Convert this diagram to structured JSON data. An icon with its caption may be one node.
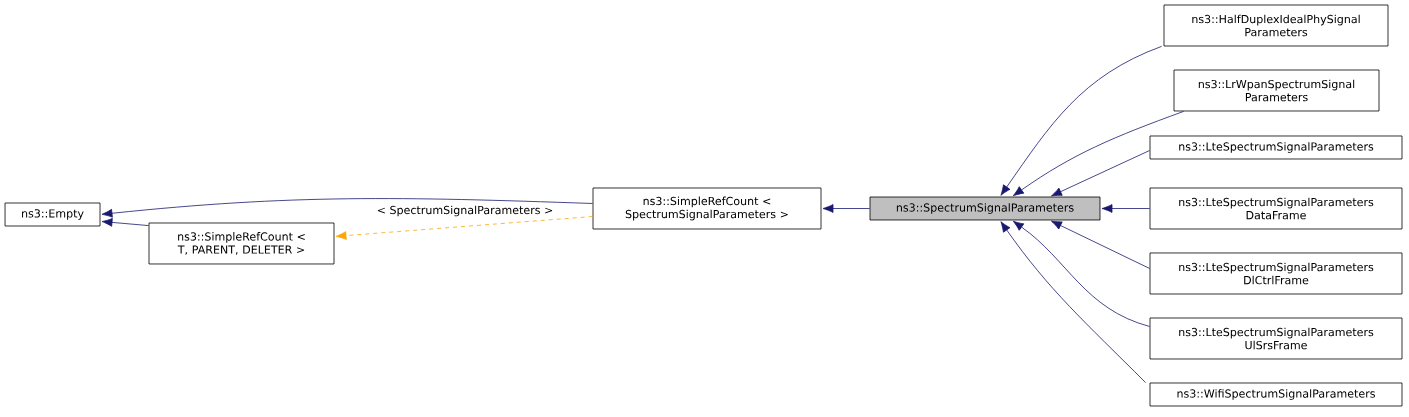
{
  "diagram": {
    "nodes": [
      {
        "text": [
          "ns3::Empty"
        ]
      },
      {
        "text": [
          "ns3::SimpleRefCount < T, PARENT, DELETER >"
        ]
      },
      {
        "text": [
          "ns3::SimpleRefCount < SpectrumSignalParameters >"
        ]
      },
      {
        "text": [
          "ns3::SpectrumSignalParameters"
        ]
      },
      {
        "text": [
          "ns3::HalfDuplexIdealPhySignal Parameters"
        ]
      },
      {
        "text": [
          "ns3::LrWpanSpectrumSignal Parameters"
        ]
      },
      {
        "text": [
          "ns3::LteSpectrumSignalParameters"
        ]
      },
      {
        "text": [
          "ns3::LteSpectrumSignalParameters DataFrame"
        ]
      },
      {
        "text": [
          "ns3::LteSpectrumSignalParameters DlCtrlFrame"
        ]
      },
      {
        "text": [
          "ns3::LteSpectrumSignalParameters UlSrsFrame"
        ]
      },
      {
        "text": [
          "ns3::WifiSpectrumSignalParameters"
        ]
      }
    ],
    "edges": [
      {
        "from": 1,
        "to": 0,
        "arrow": "to"
      },
      {
        "from": 2,
        "to": 0,
        "arrow": "to"
      },
      {
        "from": 2,
        "to": 1,
        "arrow": "to",
        "style": "dashed",
        "color": "#ffa500",
        "label": "< SpectrumSignalParameters >"
      },
      {
        "from": 3,
        "to": 2,
        "arrow": "to"
      },
      {
        "from": 4,
        "to": 3,
        "arrow": "to"
      },
      {
        "from": 5,
        "to": 3,
        "arrow": "to"
      },
      {
        "from": 6,
        "to": 3,
        "arrow": "to"
      },
      {
        "from": 7,
        "to": 3,
        "arrow": "to"
      },
      {
        "from": 8,
        "to": 3,
        "arrow": "to"
      },
      {
        "from": 9,
        "to": 3,
        "arrow": "to"
      },
      {
        "from": 10,
        "to": 3,
        "arrow": "to"
      }
    ]
  }
}
